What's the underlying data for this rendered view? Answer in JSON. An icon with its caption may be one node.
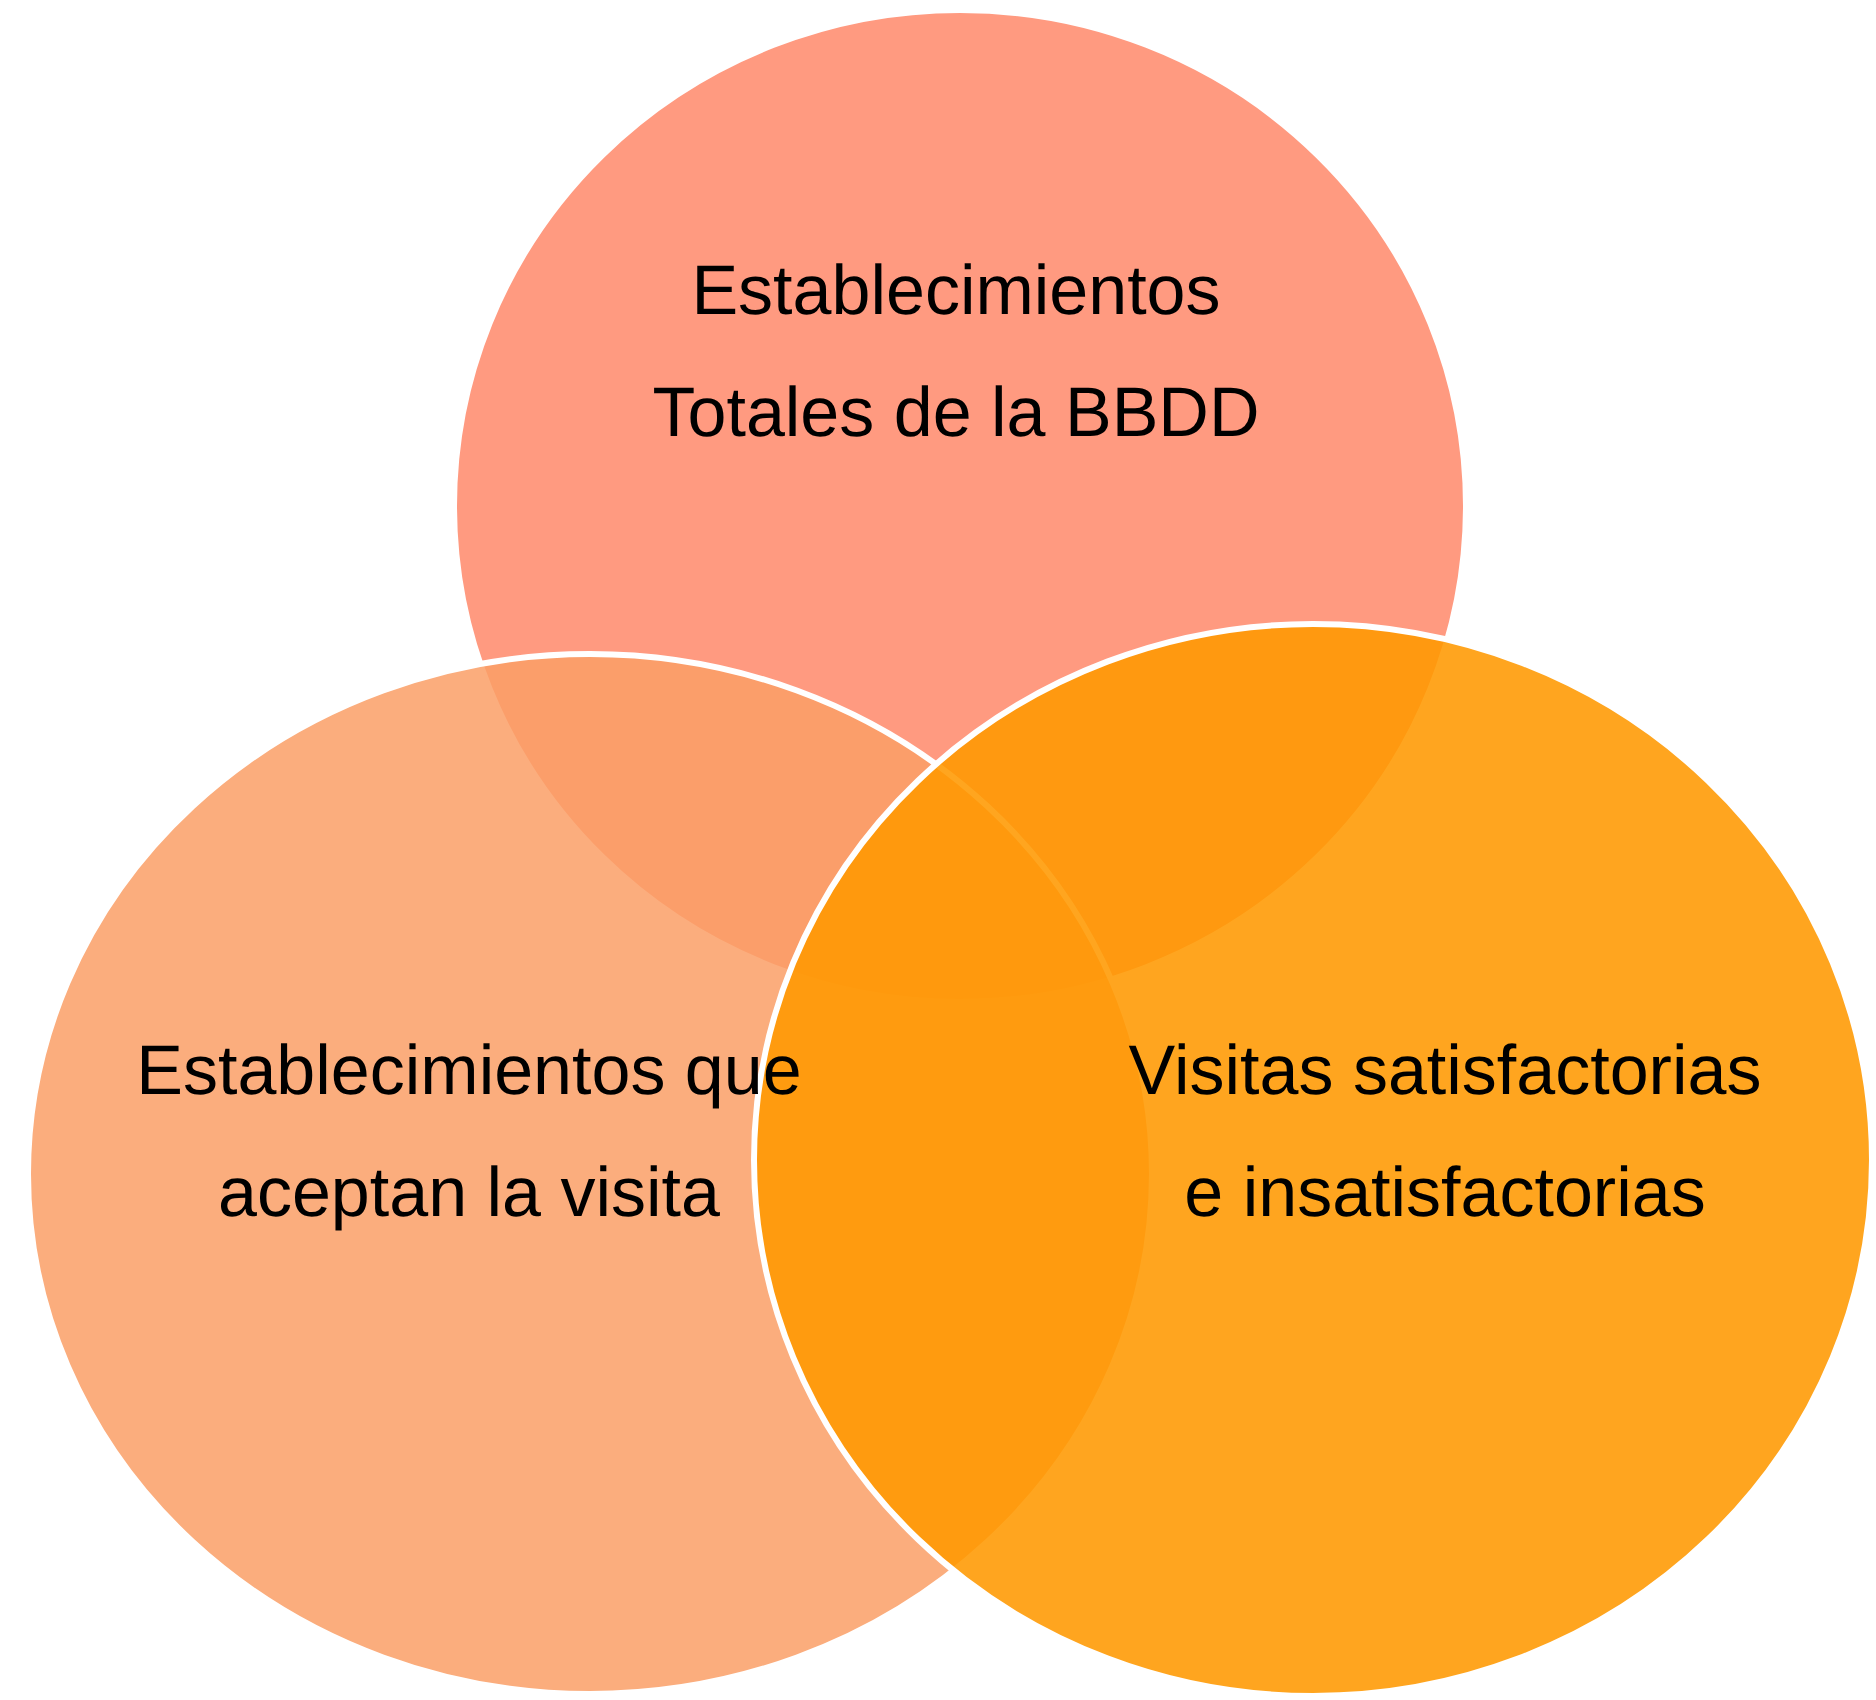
{
  "diagram": {
    "nodes": [
      {
        "text": [
          "Establecimientos Totales de la BBDD"
        ]
      },
      {
        "text": [
          "Establecimientos que aceptan la visita"
        ]
      },
      {
        "text": [
          "Visitas satisfactorias e insatisfactorias"
        ]
      }
    ]
  }
}
